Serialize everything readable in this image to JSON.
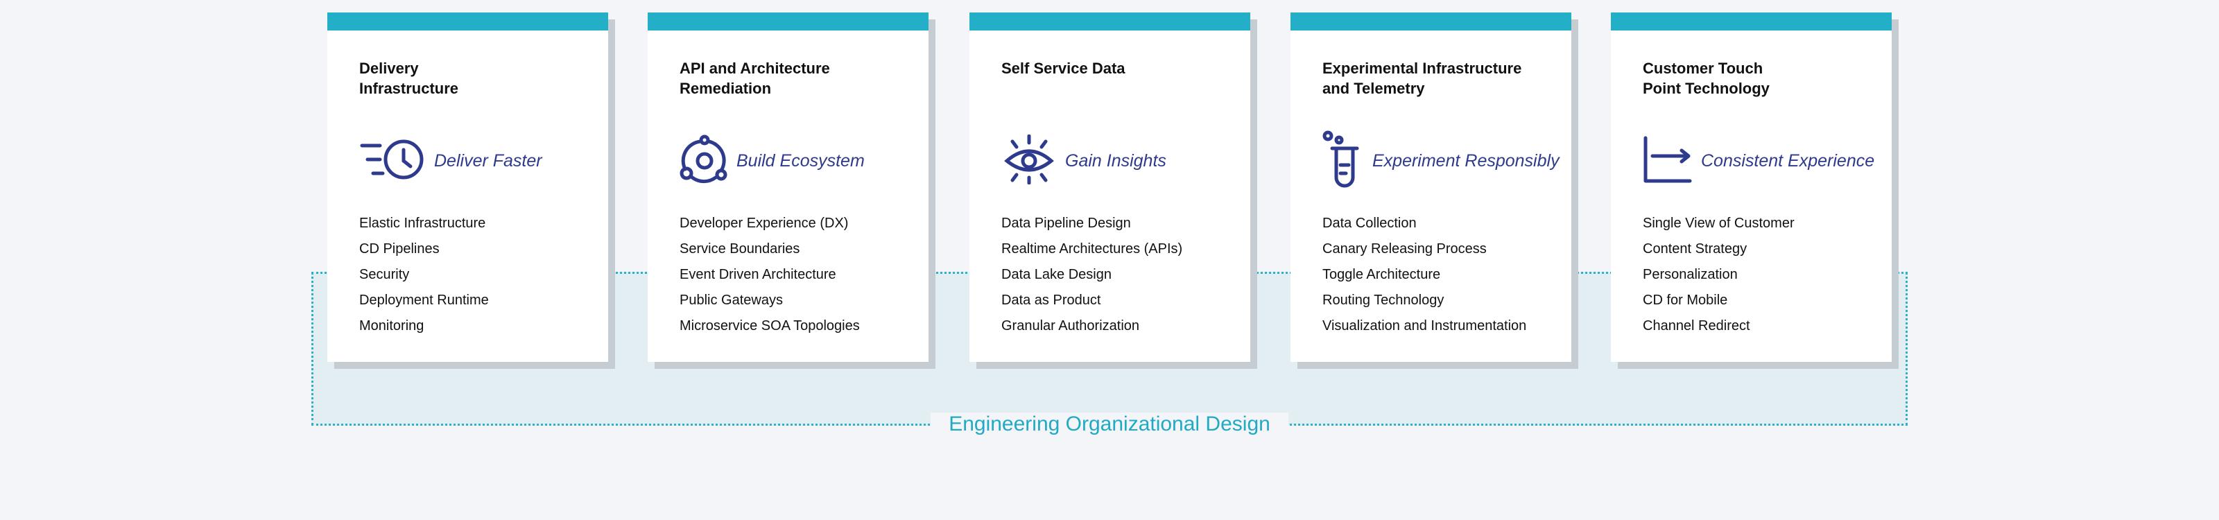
{
  "band_label": "Engineering Organizational Design",
  "colors": {
    "accent": "#24afc9",
    "icon": "#2e3a8c"
  },
  "cards": [
    {
      "title": "Delivery\nInfrastructure",
      "icon": "clock-speed-icon",
      "tagline": "Deliver Faster",
      "items": [
        "Elastic Infrastructure",
        "CD Pipelines",
        "Security",
        "Deployment Runtime",
        "Monitoring"
      ]
    },
    {
      "title": "API and Architecture\nRemediation",
      "icon": "ecosystem-nodes-icon",
      "tagline": "Build Ecosystem",
      "items": [
        "Developer Experience (DX)",
        "Service Boundaries",
        "Event Driven Architecture",
        "Public Gateways",
        "Microservice SOA Topologies"
      ]
    },
    {
      "title": "Self Service Data",
      "icon": "eye-insight-icon",
      "tagline": "Gain Insights",
      "items": [
        "Data Pipeline Design",
        "Realtime Architectures (APIs)",
        "Data Lake Design",
        "Data as Product",
        "Granular Authorization"
      ]
    },
    {
      "title": "Experimental Infrastructure\nand Telemetry",
      "icon": "test-tube-icon",
      "tagline": "Experiment Responsibly",
      "items": [
        "Data Collection",
        "Canary Releasing Process",
        "Toggle Architecture",
        "Routing Technology",
        "Visualization and Instrumentation"
      ]
    },
    {
      "title": "Customer Touch\nPoint Technology",
      "icon": "axis-arrow-icon",
      "tagline": "Consistent Experience",
      "items": [
        "Single View of Customer",
        "Content Strategy",
        "Personalization",
        "CD for Mobile",
        "Channel Redirect"
      ]
    }
  ]
}
